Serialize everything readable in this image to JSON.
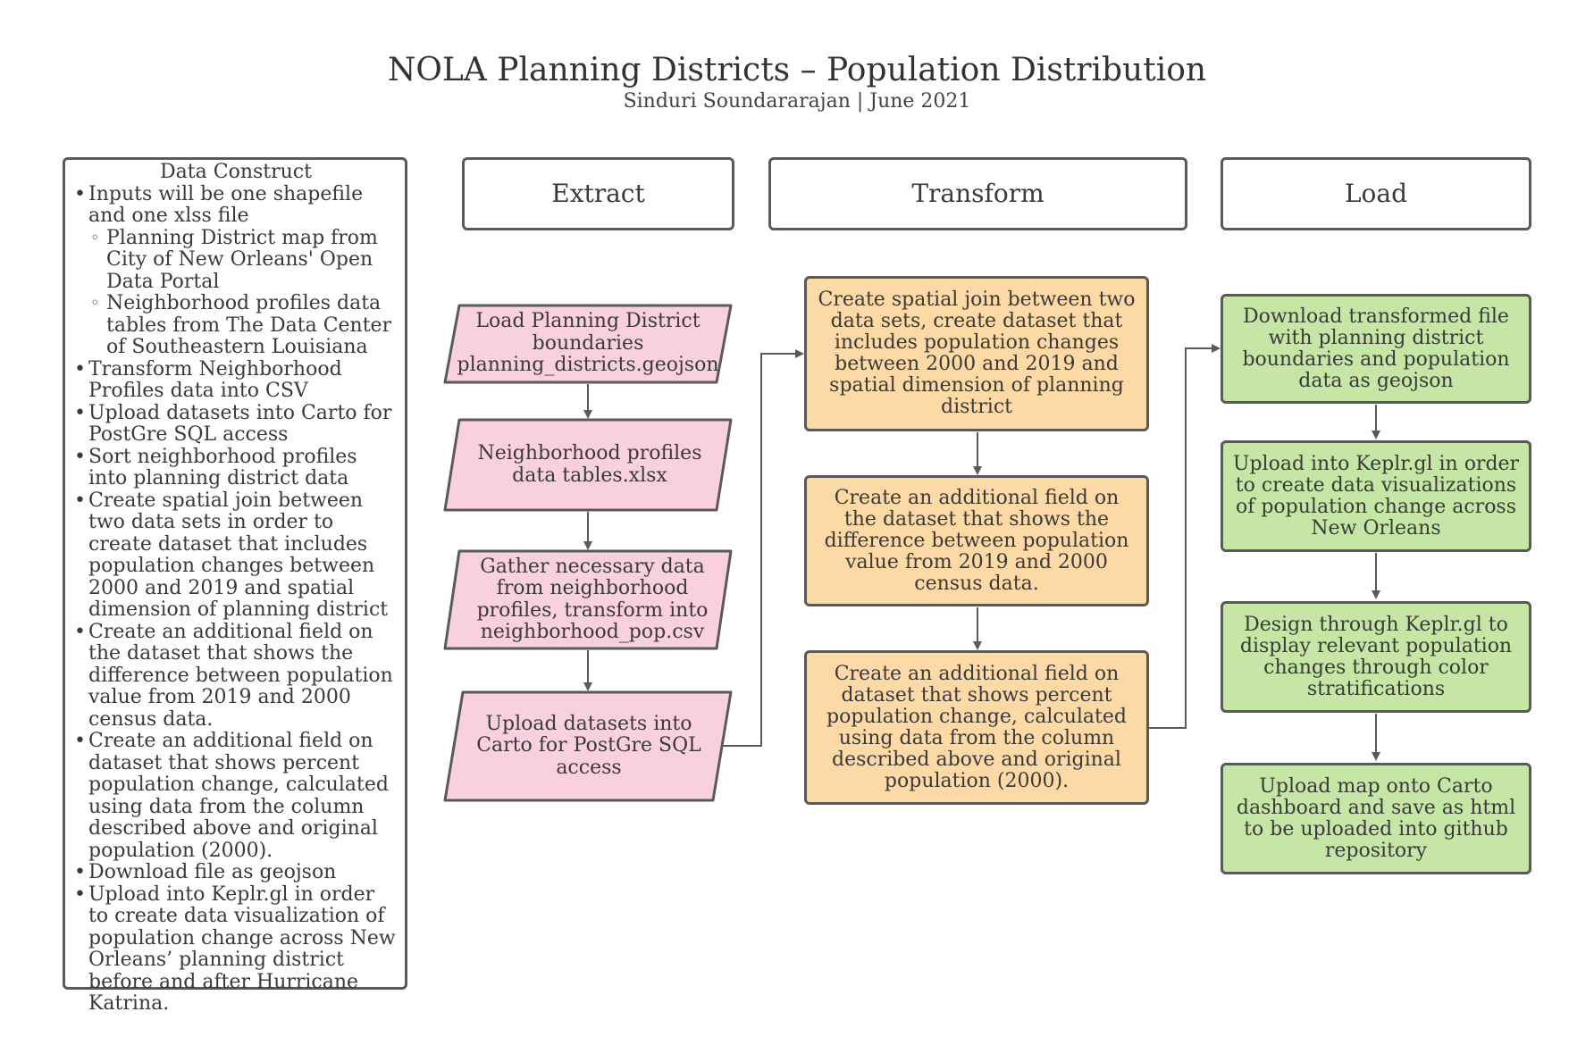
{
  "title": "NOLA Planning Districts – Population Distribution",
  "subtitle": "Sinduri Soundararajan | June 2021",
  "colors": {
    "extract_fill": "#f9d1dd",
    "transform_fill": "#fdd9a6",
    "load_fill": "#c6e6a6",
    "stroke": "#5a5a5a"
  },
  "data_construct": {
    "title": "Data Construct",
    "items": [
      {
        "level": 1,
        "text": "Inputs will be one shapefile and one xlss file"
      },
      {
        "level": 2,
        "text": "Planning District map from City of New Orleans' Open Data Portal"
      },
      {
        "level": 2,
        "text": "Neighborhood profiles data tables from The Data Center of Southeastern Louisiana"
      },
      {
        "level": 1,
        "text": "Transform Neighborhood Profiles data into CSV"
      },
      {
        "level": 1,
        "text": "Upload datasets into Carto for PostGre SQL access"
      },
      {
        "level": 1,
        "text": "Sort neighborhood profiles into planning district data"
      },
      {
        "level": 1,
        "text": "Create spatial join between two data sets in order to create dataset that includes population changes between 2000 and 2019 and spatial dimension of planning district"
      },
      {
        "level": 1,
        "text": "Create an additional field on the dataset that shows the difference between population value from 2019 and 2000 census data."
      },
      {
        "level": 1,
        "text": "Create an additional field on dataset that shows percent population change, calculated using data from the column described  above and original population (2000)."
      },
      {
        "level": 1,
        "text": "Download file as geojson"
      },
      {
        "level": 1,
        "text": "Upload into Keplr.gl in order to create data visualization of population change across New Orleans’ planning district before and after Hurricane Katrina."
      }
    ]
  },
  "headers": {
    "extract": "Extract",
    "transform": "Transform",
    "load": "Load"
  },
  "extract_steps": [
    {
      "text": "Load Planning District boundaries planning_districts.geojson"
    },
    {
      "text": "Neighborhood profiles data tables.xlsx"
    },
    {
      "text": "Gather necessary data from neighborhood profiles, transform into neighborhood_pop.csv"
    },
    {
      "text": "Upload datasets into Carto for PostGre SQL access"
    }
  ],
  "transform_steps": [
    {
      "text": "Create spatial join between two data sets, create dataset that includes population changes between 2000 and 2019 and spatial dimension of planning district"
    },
    {
      "text": "Create an additional field on the dataset that shows the difference between population value from 2019 and 2000 census data."
    },
    {
      "text": "Create an additional field on dataset that shows percent population change, calculated using data from the column described  above and original population (2000)."
    }
  ],
  "load_steps": [
    {
      "text": "Download transformed file with planning district boundaries and population data as geojson"
    },
    {
      "text": "Upload into Keplr.gl in order to create data visualizations of population change across New Orleans"
    },
    {
      "text": "Design through Keplr.gl to display relevant population changes through color stratifications"
    },
    {
      "text": "Upload map onto Carto dashboard and save as html to be uploaded into github repository"
    }
  ]
}
